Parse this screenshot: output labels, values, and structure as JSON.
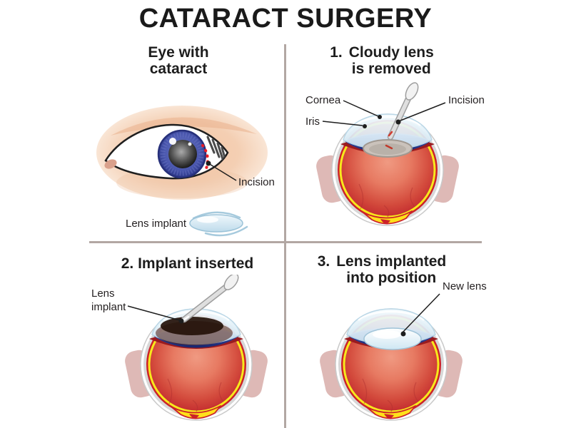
{
  "title": "CATARACT SURGERY",
  "colors": {
    "divider": "#b2a7a3",
    "text": "#231f20",
    "eye_red": "#cc2229",
    "retina_yellow": "#f7e91c",
    "iris_blue": "#2e3f96",
    "cornea_blue": "#ddeef8",
    "lens_implant_blue": "#cfe7f3",
    "skin_peach": "#f2c6a4"
  },
  "panel_overview": {
    "heading_line1": "Eye with",
    "heading_line2": "cataract",
    "incision_label": "Incision",
    "lens_implant_label": "Lens implant"
  },
  "panel_step1": {
    "step_number": "1.",
    "heading_line1": "Cloudy lens",
    "heading_line2": "is removed",
    "cornea_label": "Cornea",
    "iris_label": "Iris",
    "incision_label": "Incision"
  },
  "panel_step2": {
    "heading": "2. Implant inserted",
    "implant_label_line1": "Lens",
    "implant_label_line2": "implant"
  },
  "panel_step3": {
    "step_number": "3.",
    "heading_line1": "Lens implanted",
    "heading_line2": "into position",
    "new_lens_label": "New lens"
  }
}
